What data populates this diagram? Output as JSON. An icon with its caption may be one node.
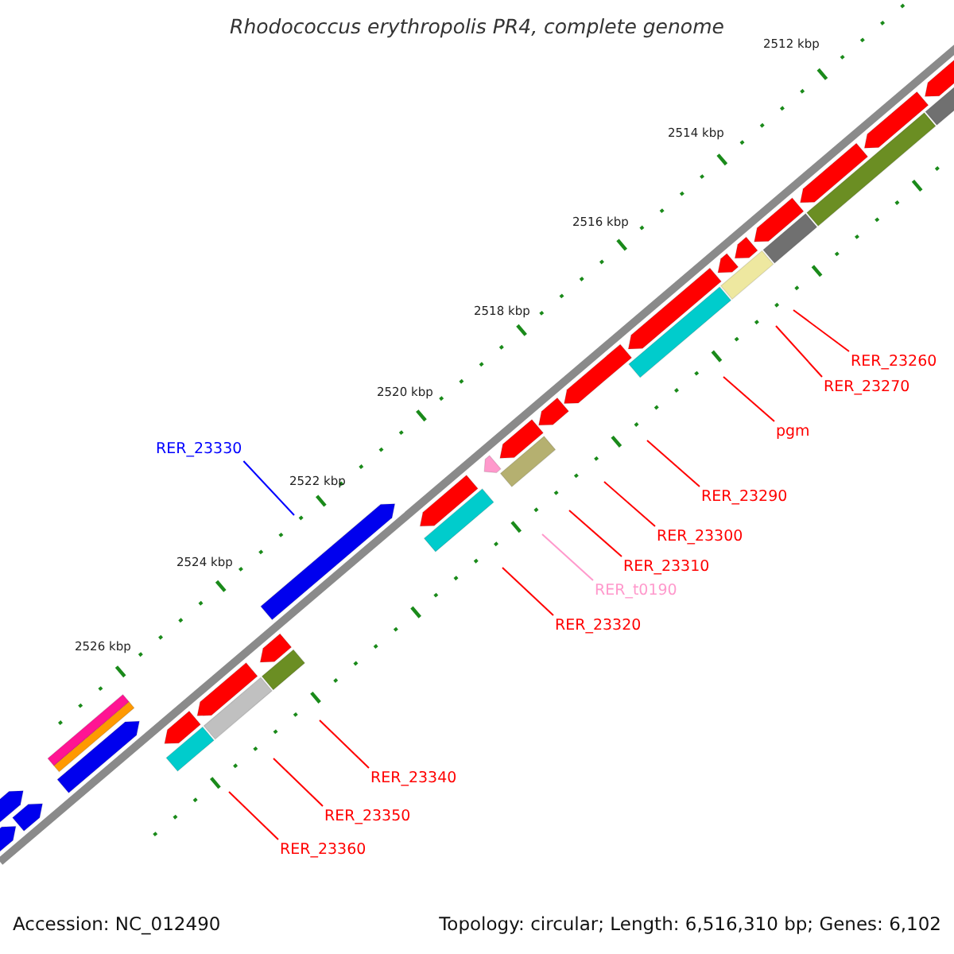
{
  "diagram": {
    "title": "Rhodococcus erythropolis PR4, complete genome",
    "nodes": [
      {
        "text": [
          "RER_23260"
        ]
      },
      {
        "text": [
          "RER_23270"
        ]
      },
      {
        "text": [
          "pgm"
        ]
      },
      {
        "text": [
          "RER_23330"
        ]
      },
      {
        "text": [
          "RER_23290"
        ]
      },
      {
        "text": [
          "RER_23300"
        ]
      },
      {
        "text": [
          "RER_23310"
        ]
      },
      {
        "text": [
          "RER_t0190"
        ]
      },
      {
        "text": [
          "RER_23320"
        ]
      },
      {
        "text": [
          "RER_23340"
        ]
      },
      {
        "text": [
          "RER_23350"
        ]
      },
      {
        "text": [
          "RER_23360"
        ]
      }
    ],
    "edges": [
      {
        "from": 0,
        "to": null,
        "arrow": "none"
      },
      {
        "from": 1,
        "to": null,
        "arrow": "none"
      },
      {
        "from": 2,
        "to": null,
        "arrow": "none"
      },
      {
        "from": 3,
        "to": null,
        "arrow": "none",
        "color": "#0000ff"
      },
      {
        "from": 4,
        "to": null,
        "arrow": "none"
      },
      {
        "from": 5,
        "to": null,
        "arrow": "none"
      },
      {
        "from": 6,
        "to": null,
        "arrow": "none"
      },
      {
        "from": 7,
        "to": null,
        "arrow": "none",
        "color": "#ff99cc"
      },
      {
        "from": 8,
        "to": null,
        "arrow": "none"
      },
      {
        "from": 9,
        "to": null,
        "arrow": "none"
      },
      {
        "from": 10,
        "to": null,
        "arrow": "none"
      },
      {
        "from": 11,
        "to": null,
        "arrow": "none"
      }
    ],
    "labels": [
      "2512 kbp",
      "2514 kbp",
      "2516 kbp",
      "2518 kbp",
      "2520 kbp",
      "2522 kbp",
      "2524 kbp",
      "2526 kbp",
      "Accession: NC_012490",
      "Topology: circular; Length: 6,516,310 bp; Genes: 6,102"
    ]
  }
}
